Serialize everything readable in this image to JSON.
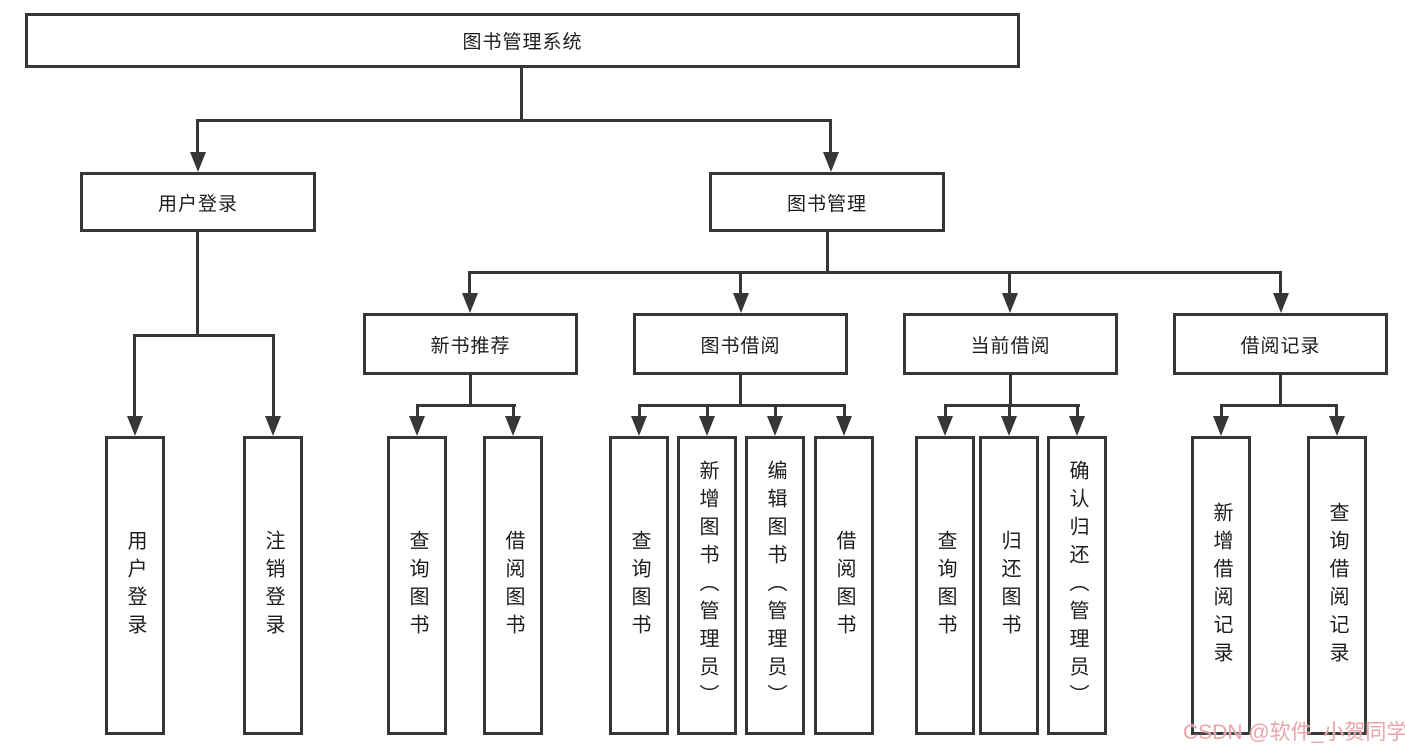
{
  "diagram": {
    "root": "图书管理系统",
    "level2": [
      "用户登录",
      "图书管理"
    ],
    "level3": [
      "新书推荐",
      "图书借阅",
      "当前借阅",
      "借阅记录"
    ],
    "leaves": [
      "用户登录",
      "注销登录",
      "查询图书",
      "借阅图书",
      "查询图书",
      "新增图书（管理员）",
      "编辑图书（管理员）",
      "借阅图书",
      "查询图书",
      "归还图书",
      "确认归还（管理员）",
      "新增借阅记录",
      "查询借阅记录"
    ]
  },
  "watermark": "CSDN @软件_小贺同学",
  "colors": {
    "line": "#363636",
    "text": "#1d1d1d",
    "watermark": "#eba3ac",
    "background": "#ffffff"
  }
}
